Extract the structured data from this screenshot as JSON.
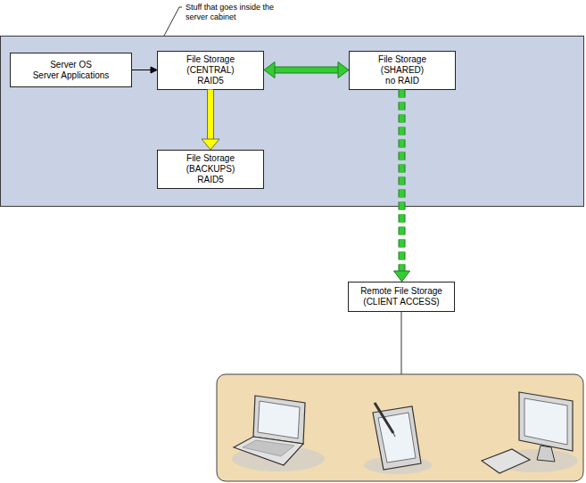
{
  "diagram": {
    "nodes": [
      {
        "text": [
          "Stuff that goes inside the server cabinet"
        ]
      },
      {
        "text": [
          "Server OS",
          "Server Applications"
        ],
        "in": 0
      },
      {
        "text": [
          "File Storage",
          "(CENTRAL)",
          "RAID5"
        ],
        "in": 0
      },
      {
        "text": [
          "File Storage",
          "(SHARED)",
          "no RAID"
        ],
        "in": 0
      },
      {
        "text": [
          "File Storage",
          "(BACKUPS)",
          "RAID5"
        ],
        "in": 0
      },
      {
        "text": [
          "Remote File Storage",
          "(CLIENT ACCESS)"
        ]
      }
    ],
    "edges": [
      {
        "from": 1,
        "to": 2,
        "arrow": "to"
      },
      {
        "from": 2,
        "to": 3,
        "arrow": "both"
      },
      {
        "from": 2,
        "to": 4,
        "arrow": "to"
      },
      {
        "from": 3,
        "to": 5,
        "arrow": "to"
      }
    ]
  }
}
